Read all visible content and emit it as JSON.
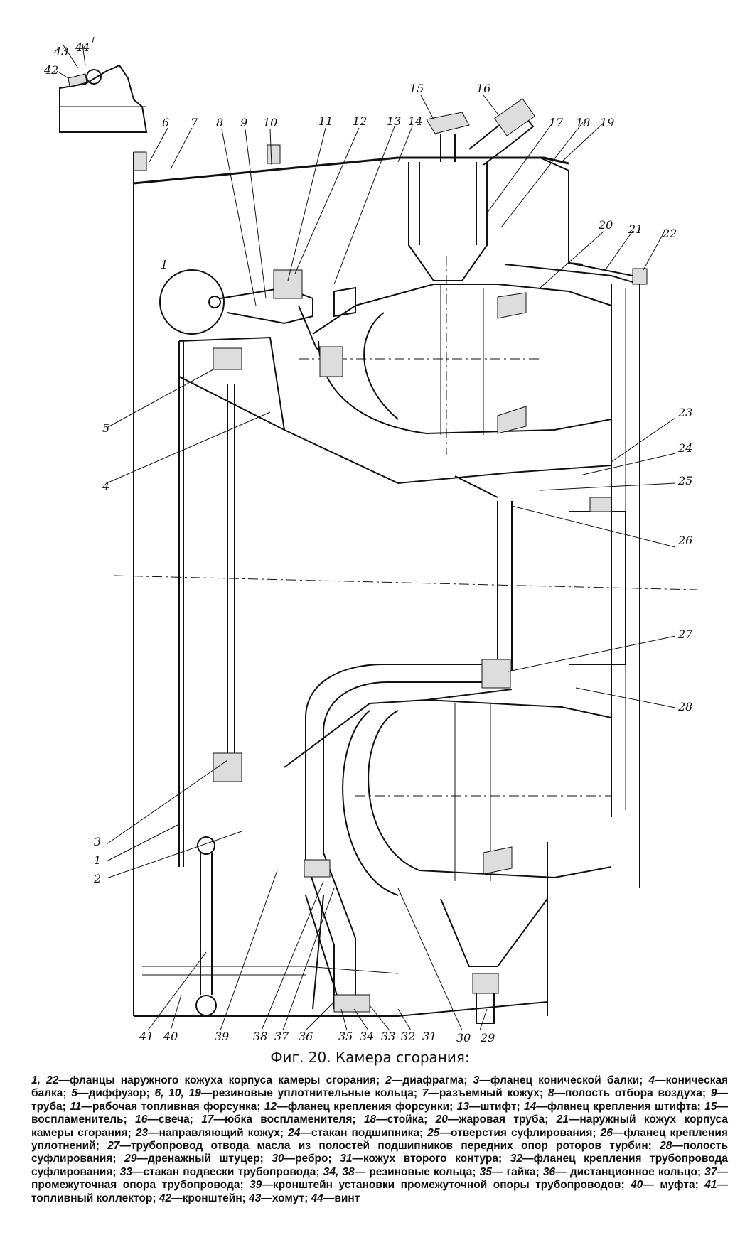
{
  "caption": {
    "title": "Фиг. 20. Камера сгорания:"
  },
  "callouts": [
    "1",
    "2",
    "3",
    "4",
    "5",
    "6",
    "7",
    "8",
    "9",
    "10",
    "11",
    "12",
    "13",
    "14",
    "15",
    "16",
    "17",
    "18",
    "19",
    "20",
    "21",
    "22",
    "23",
    "24",
    "25",
    "26",
    "27",
    "28",
    "29",
    "30",
    "31",
    "32",
    "33",
    "34",
    "35",
    "36",
    "37",
    "38",
    "39",
    "40",
    "41",
    "42",
    "43",
    "44"
  ],
  "legend": [
    {
      "num": "1, 22",
      "text": "—фланцы наружного кожуха корпуса камеры сгорания;"
    },
    {
      "num": "2",
      "text": "—диафрагма;"
    },
    {
      "num": "3",
      "text": "—фланец конической балки;"
    },
    {
      "num": "4",
      "text": "—коническая балка;"
    },
    {
      "num": "5",
      "text": "—диффузор;"
    },
    {
      "num": "6, 10, 19",
      "text": "—резиновые уплотнительные кольца;"
    },
    {
      "num": "7",
      "text": "—разъемный кожух;"
    },
    {
      "num": "8",
      "text": "—полость отбора воздуха;"
    },
    {
      "num": "9",
      "text": "—труба;"
    },
    {
      "num": "11",
      "text": "—рабочая топливная форсунка;"
    },
    {
      "num": "12",
      "text": "—фланец крепления форсунки;"
    },
    {
      "num": "13",
      "text": "—штифт;"
    },
    {
      "num": "14",
      "text": "—фланец крепления штифта;"
    },
    {
      "num": "15",
      "text": "—воспламенитель;"
    },
    {
      "num": "16",
      "text": "—свеча;"
    },
    {
      "num": "17",
      "text": "—юбка воспламенителя;"
    },
    {
      "num": "18",
      "text": "—стойка;"
    },
    {
      "num": "20",
      "text": "—жаровая труба;"
    },
    {
      "num": "21",
      "text": "—наружный кожух корпуса камеры сгорания;"
    },
    {
      "num": "23",
      "text": "—направляющий кожух;"
    },
    {
      "num": "24",
      "text": "—стакан подшипника;"
    },
    {
      "num": "25",
      "text": "—отверстия суфлирования;"
    },
    {
      "num": "26",
      "text": "—фланец крепления уплотнений;"
    },
    {
      "num": "27",
      "text": "—трубопровод отвода масла из полостей подшипников передних опор роторов турбин;"
    },
    {
      "num": "28",
      "text": "—полость суфлирования;"
    },
    {
      "num": "29",
      "text": "—дренажный штуцер;"
    },
    {
      "num": "30",
      "text": "—ребро;"
    },
    {
      "num": "31",
      "text": "—кожух второго контура;"
    },
    {
      "num": "32",
      "text": "—фланец крепления трубопровода суфлирования;"
    },
    {
      "num": "33",
      "text": "—стакан подвески трубопровода;"
    },
    {
      "num": "34, 38",
      "text": "— резиновые кольца;"
    },
    {
      "num": "35",
      "text": "— гайка;"
    },
    {
      "num": "36",
      "text": "— дистанционное кольцо;"
    },
    {
      "num": "37",
      "text": "— промежуточная опора трубопровода;"
    },
    {
      "num": "39",
      "text": "—кронштейн установки промежуточной опоры трубопроводов;"
    },
    {
      "num": "40",
      "text": "— муфта;"
    },
    {
      "num": "41",
      "text": "—топливный коллектор;"
    },
    {
      "num": "42",
      "text": "—кронштейн;"
    },
    {
      "num": "43",
      "text": "—хомут;"
    },
    {
      "num": "44",
      "text": "—винт"
    }
  ]
}
